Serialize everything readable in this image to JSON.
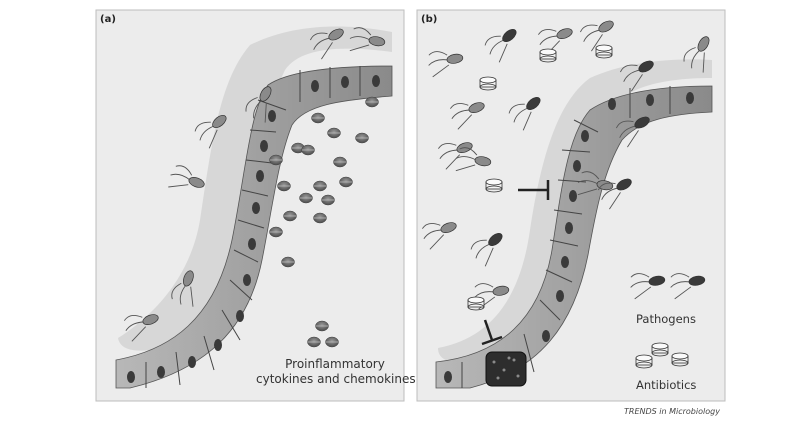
{
  "panels": {
    "a": {
      "label": "(a)",
      "caption_line1": "Proinflammatory",
      "caption_line2": "cytokines and chemokines"
    },
    "b": {
      "label": "(b)",
      "legend_pathogens": "Pathogens",
      "legend_antibiotics": "Antibiotics"
    }
  },
  "credit": "TRENDS in Microbiology",
  "colors": {
    "panel_bg": "#e9e9e9",
    "mucus": "#cfcfcf",
    "cell_fill": "#9e9e9e",
    "nucleus": "#3a3a3a",
    "bacterium": "#555555",
    "cytokine": "#6f6f6f",
    "damaged_cell": "#2a2a2a"
  },
  "icons": [
    "bacterium-icon",
    "cytokine-icon",
    "antibiotic-pill-icon",
    "inhibition-arrow-icon",
    "epithelial-cell-icon"
  ]
}
